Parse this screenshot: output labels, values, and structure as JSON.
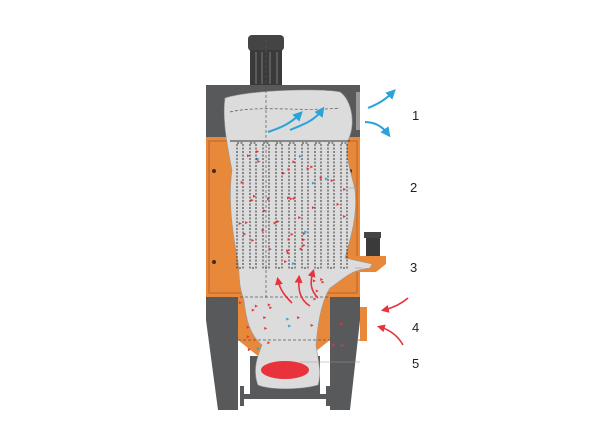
{
  "diagram": {
    "labels": [
      "1",
      "2",
      "3",
      "4",
      "5"
    ],
    "colors": {
      "housing_dark": "#58595b",
      "housing_orange": "#e8883a",
      "airflow_clean": "#29a3d9",
      "airflow_dust": "#e8333c",
      "interior": "#dcdcdc"
    }
  }
}
